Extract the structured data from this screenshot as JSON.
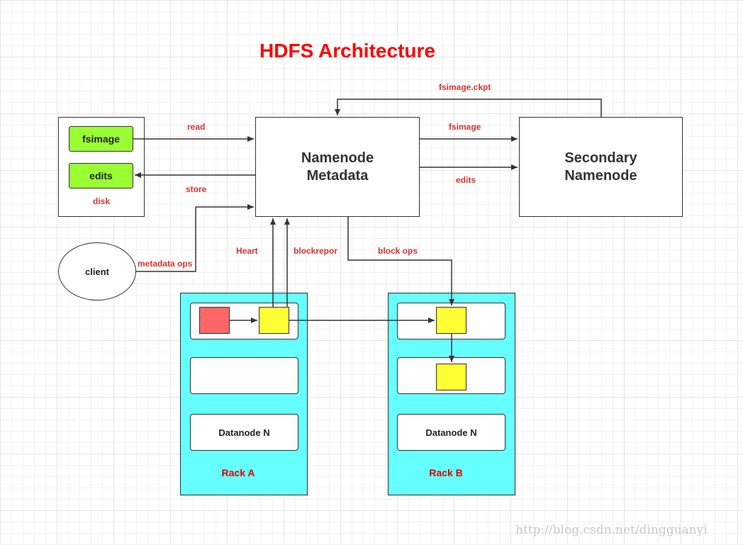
{
  "title": "HDFS Architecture",
  "disk": {
    "label": "disk",
    "fsimage": "fsimage",
    "edits": "edits"
  },
  "namenode": {
    "line1": "Namenode",
    "line2": "Metadata"
  },
  "secondary": {
    "line1": "Secondary",
    "line2": "Namenode"
  },
  "client": "client",
  "edges": {
    "read": "read",
    "store": "store",
    "fsimage": "fsimage",
    "edits": "edits",
    "fsimage_ckpt": "fsimage.ckpt",
    "metadata_ops": "metadata ops",
    "heart": "Heart",
    "blockreport": "blockrepor",
    "block_ops": "block ops"
  },
  "rack_a": {
    "label": "Rack A",
    "datanode": "Datanode N"
  },
  "rack_b": {
    "label": "Rack B",
    "datanode": "Datanode N"
  },
  "watermark": "http://blog.csdn.net/dingguanyi"
}
